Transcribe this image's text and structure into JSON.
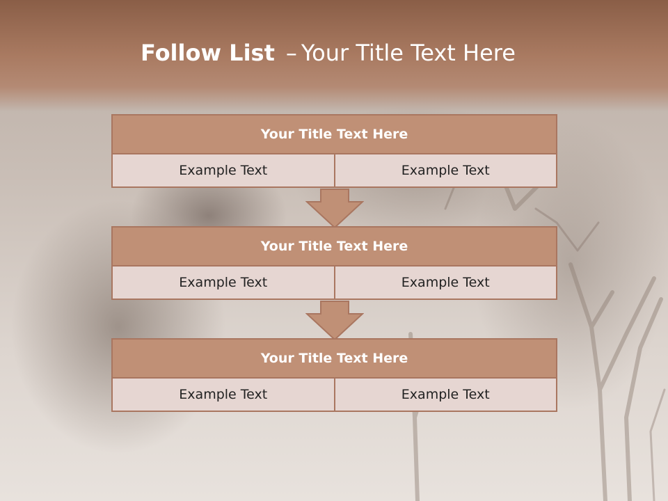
{
  "slide": {
    "title_bold": "Follow List",
    "title_separator": "–",
    "title_rest": "Your Title Text Here"
  },
  "blocks": [
    {
      "title": "Your Title Text Here",
      "left": "Example Text",
      "right": "Example Text"
    },
    {
      "title": "Your Title Text Here",
      "left": "Example Text",
      "right": "Example Text"
    },
    {
      "title": "Your Title Text Here",
      "left": "Example Text",
      "right": "Example Text"
    }
  ],
  "colors": {
    "header": "#a97a61",
    "block_title_fill": "#c09076",
    "block_cell_fill": "#e6d6d2",
    "border": "#a97660"
  }
}
